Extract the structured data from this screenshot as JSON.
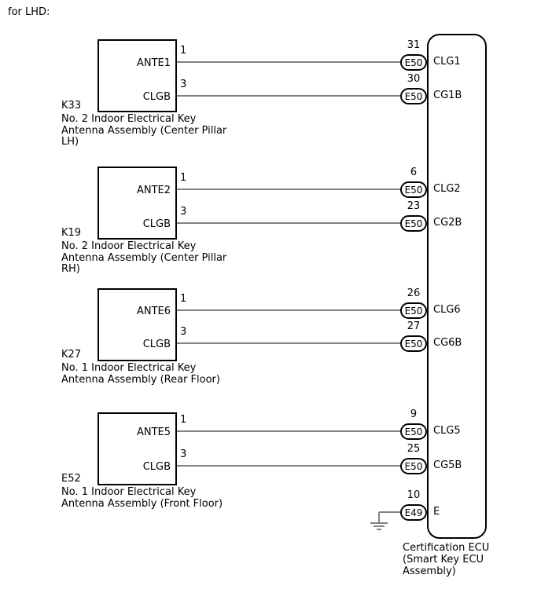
{
  "title": "for LHD:",
  "colors": {
    "background": "#ffffff",
    "outline": "#000000",
    "wire": "#828282"
  },
  "blocks": [
    {
      "id": "K33",
      "pins": [
        {
          "num": "1",
          "label": "ANTE1"
        },
        {
          "num": "3",
          "label": "CLGB"
        }
      ],
      "caption_lines": [
        "No. 2 Indoor Electrical Key",
        "Antenna Assembly (Center Pillar",
        "LH)"
      ]
    },
    {
      "id": "K19",
      "pins": [
        {
          "num": "1",
          "label": "ANTE2"
        },
        {
          "num": "3",
          "label": "CLGB"
        }
      ],
      "caption_lines": [
        "No. 2 Indoor Electrical Key",
        "Antenna Assembly (Center Pillar",
        "RH)"
      ]
    },
    {
      "id": "K27",
      "pins": [
        {
          "num": "1",
          "label": "ANTE6"
        },
        {
          "num": "3",
          "label": "CLGB"
        }
      ],
      "caption_lines": [
        "No. 1 Indoor Electrical Key",
        "Antenna Assembly (Rear Floor)"
      ]
    },
    {
      "id": "E52",
      "pins": [
        {
          "num": "1",
          "label": "ANTE5"
        },
        {
          "num": "3",
          "label": "CLGB"
        }
      ],
      "caption_lines": [
        "No. 1 Indoor Electrical Key",
        "Antenna Assembly (Front Floor)"
      ]
    }
  ],
  "ecu": {
    "caption_lines": [
      "Certification ECU",
      "(Smart Key ECU",
      "Assembly)"
    ],
    "pins": [
      {
        "num": "31",
        "connector": "E50",
        "label": "CLG1"
      },
      {
        "num": "30",
        "connector": "E50",
        "label": "CG1B"
      },
      {
        "num": "6",
        "connector": "E50",
        "label": "CLG2"
      },
      {
        "num": "23",
        "connector": "E50",
        "label": "CG2B"
      },
      {
        "num": "26",
        "connector": "E50",
        "label": "CLG6"
      },
      {
        "num": "27",
        "connector": "E50",
        "label": "CG6B"
      },
      {
        "num": "9",
        "connector": "E50",
        "label": "CLG5"
      },
      {
        "num": "25",
        "connector": "E50",
        "label": "CG5B"
      },
      {
        "num": "10",
        "connector": "E49",
        "label": "E"
      }
    ]
  }
}
